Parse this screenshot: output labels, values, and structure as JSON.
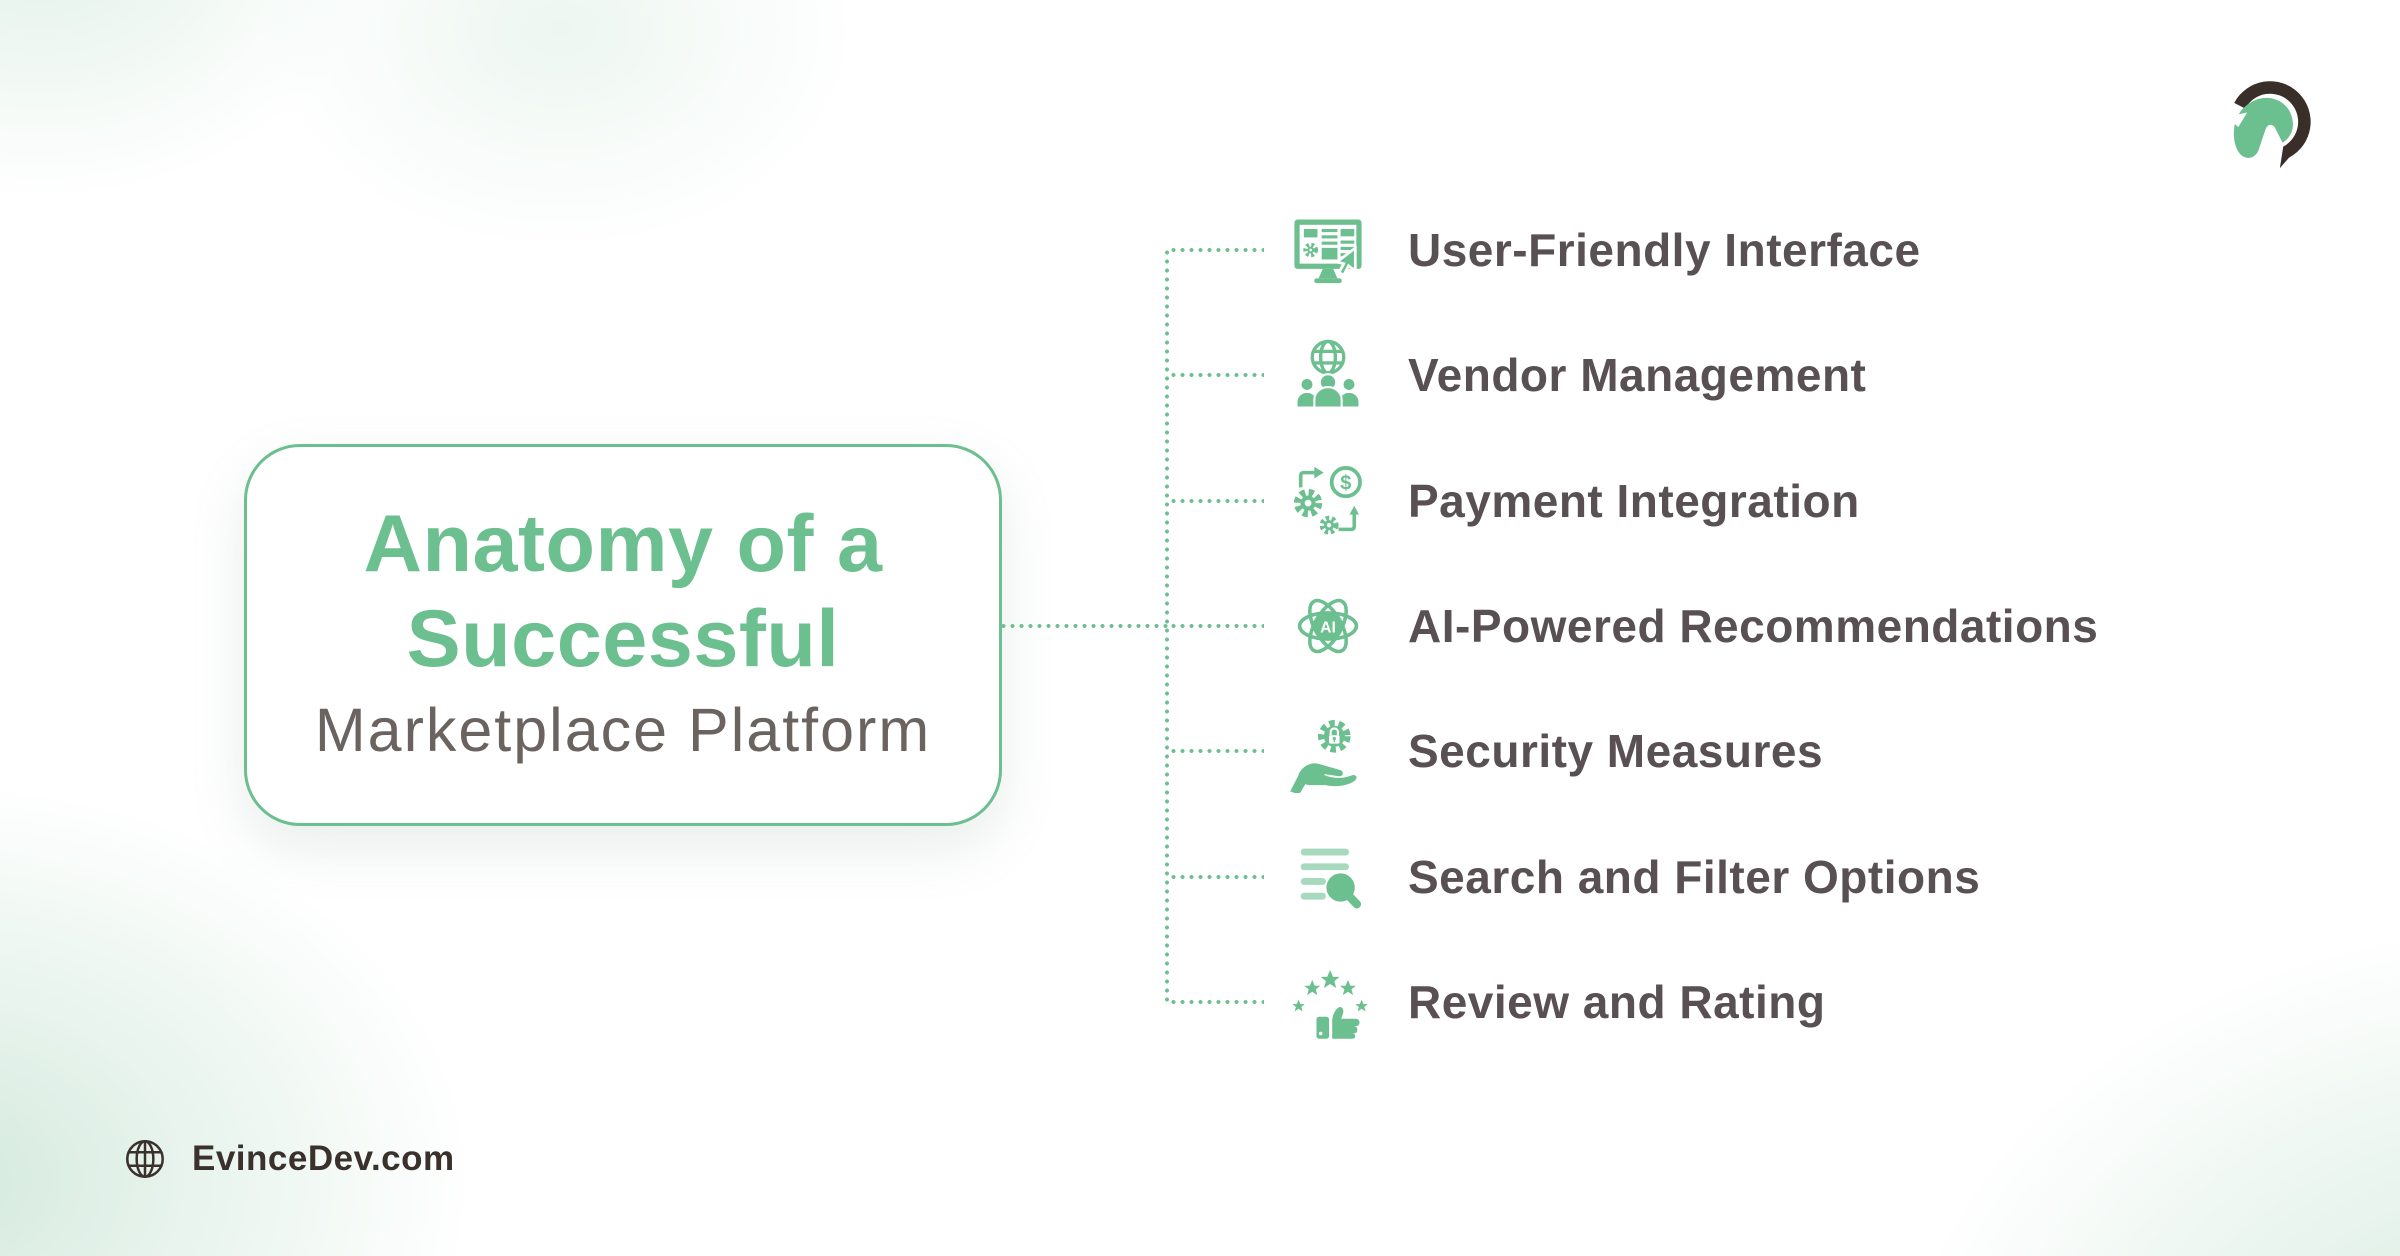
{
  "colors": {
    "accent": "#6CBF8E",
    "accent_light": "#A8D9BE",
    "label_text": "#585052",
    "subtitle_text": "#6B6360",
    "footer_text": "#3A312C",
    "logo_dark": "#3A2E28",
    "bg_tint": "#D9ECE2"
  },
  "logo": {
    "label": "EvinceDev logo",
    "icon": "evincedev-helmet-logo"
  },
  "title_card": {
    "heading_line1": "Anatomy of a",
    "heading_line2": "Successful",
    "subheading": "Marketplace Platform"
  },
  "features": [
    {
      "label": "User-Friendly Interface",
      "icon": "monitor-ui-cursor-icon"
    },
    {
      "label": "Vendor Management",
      "icon": "team-globe-icon"
    },
    {
      "label": "Payment Integration",
      "icon": "gears-coin-icon"
    },
    {
      "label": "AI-Powered Recommendations",
      "icon": "ai-atom-icon"
    },
    {
      "label": "Security Measures",
      "icon": "hand-gear-lock-icon"
    },
    {
      "label": "Search and Filter Options",
      "icon": "search-filter-icon"
    },
    {
      "label": "Review and Rating",
      "icon": "stars-thumbs-up-icon"
    }
  ],
  "footer": {
    "website": "EvinceDev.com",
    "icon": "globe-icon"
  }
}
